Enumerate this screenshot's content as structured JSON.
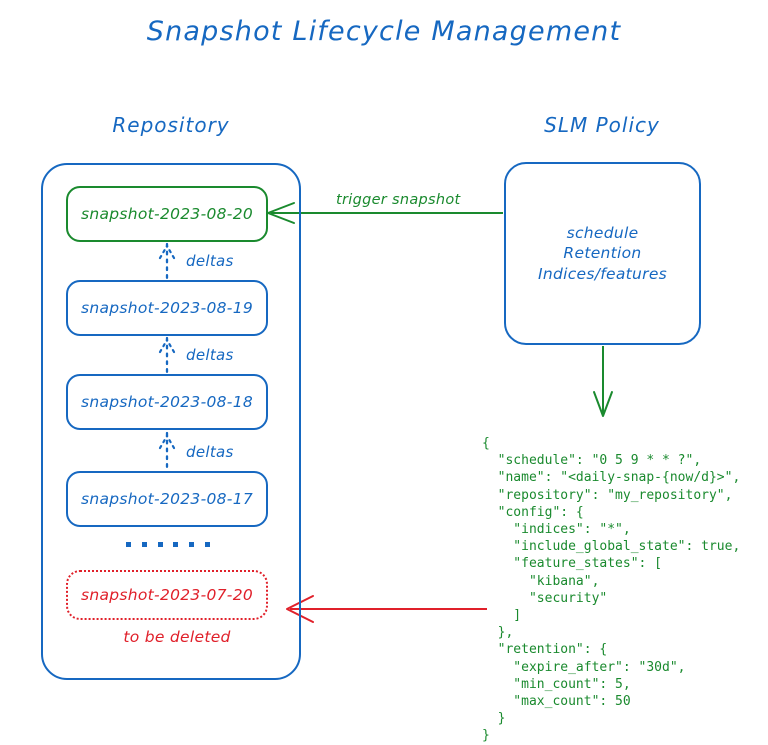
{
  "title": "Snapshot Lifecycle Management",
  "colors": {
    "blue": "#1668c1",
    "green": "#1a8a2e",
    "red": "#e0202a",
    "background": "#ffffff"
  },
  "repository": {
    "heading": "Repository",
    "snapshots": [
      {
        "label": "snapshot-2023-08-20",
        "state": "current"
      },
      {
        "label": "snapshot-2023-08-19",
        "state": "normal"
      },
      {
        "label": "snapshot-2023-08-18",
        "state": "normal"
      },
      {
        "label": "snapshot-2023-08-17",
        "state": "normal"
      }
    ],
    "delta_labels": [
      "deltas",
      "deltas",
      "deltas"
    ],
    "ellipsis_dot_count": 6,
    "expiring_snapshot": {
      "label": "snapshot-2023-07-20",
      "state": "expiring"
    },
    "expiring_caption": "to be deleted"
  },
  "slm_policy": {
    "heading": "SLM Policy",
    "lines": [
      "schedule",
      "Retention",
      "Indices/features"
    ]
  },
  "edges": {
    "trigger_label": "trigger snapshot"
  },
  "policy_json": {
    "text": "{\n  \"schedule\": \"0 5 9 * * ?\",\n  \"name\": \"<daily-snap-{now/d}>\",\n  \"repository\": \"my_repository\",\n  \"config\": {\n    \"indices\": \"*\",\n    \"include_global_state\": true,\n    \"feature_states\": [\n      \"kibana\",\n      \"security\"\n    ]\n  },\n  \"retention\": {\n    \"expire_after\": \"30d\",\n    \"min_count\": 5,\n    \"max_count\": 50\n  }\n}"
  }
}
